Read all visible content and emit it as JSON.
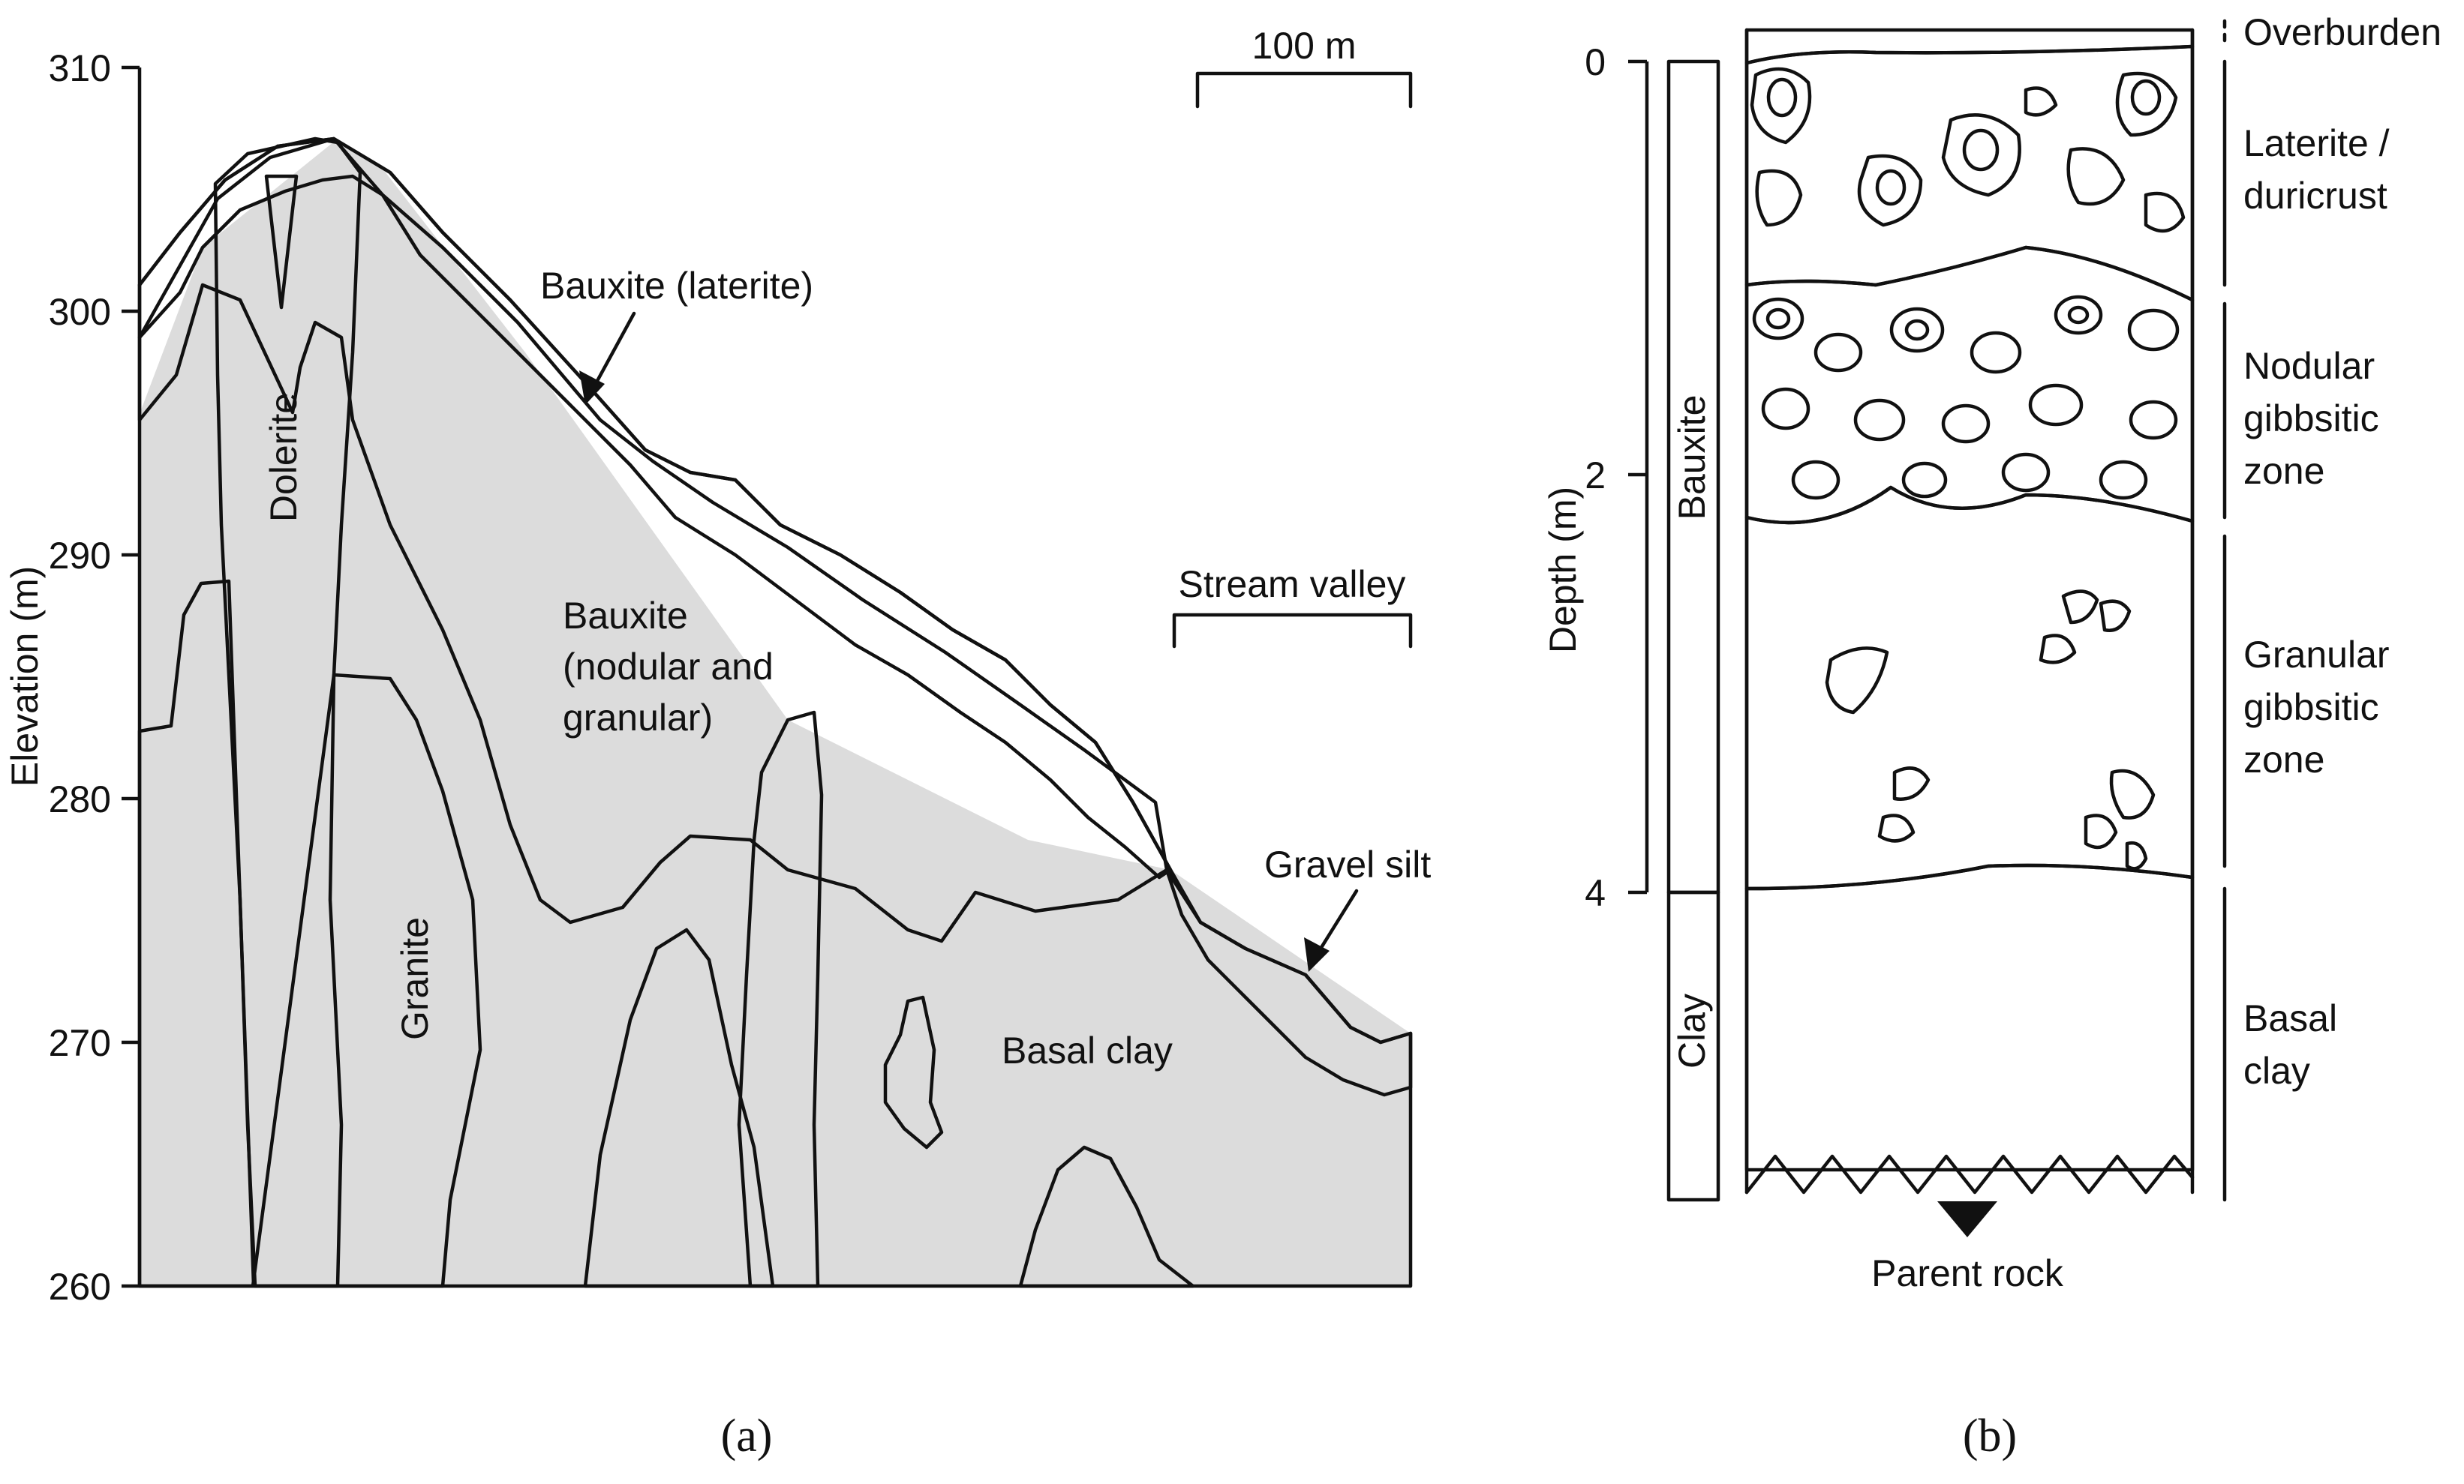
{
  "panel_a": {
    "tag": "(a)",
    "y_axis": {
      "label": "Elevation (m)",
      "ticks": [
        "310",
        "300",
        "290",
        "280",
        "270",
        "260"
      ],
      "range": [
        260,
        310
      ]
    },
    "scale_bar": "100 m",
    "stream_valley": "Stream valley",
    "labels": {
      "bauxite_laterite": "Bauxite (laterite)",
      "bauxite_nodular_1": "Bauxite",
      "bauxite_nodular_2": "(nodular and",
      "bauxite_nodular_3": "granular)",
      "dolerite": "Dolerite",
      "granite": "Granite",
      "basal_clay": "Basal clay",
      "gravel_silt": "Gravel silt"
    },
    "colors": {
      "laterite": "#8f8f8f",
      "clay": "#dcdcdc",
      "overburden": "#cfcfcf"
    }
  },
  "panel_b": {
    "tag": "(b)",
    "y_axis": {
      "label": "Depth (m)",
      "ticks": [
        "0",
        "2",
        "4"
      ]
    },
    "column_units": {
      "bauxite": "Bauxite",
      "clay": "Clay"
    },
    "zones": {
      "overburden": "Overburden",
      "laterite_1": "Laterite /",
      "laterite_2": "duricrust",
      "nodular_1": "Nodular",
      "nodular_2": "gibbsitic",
      "nodular_3": "zone",
      "granular_1": "Granular",
      "granular_2": "gibbsitic",
      "granular_3": "zone",
      "basal_1": "Basal",
      "basal_2": "clay"
    },
    "parent_rock": "Parent rock"
  }
}
